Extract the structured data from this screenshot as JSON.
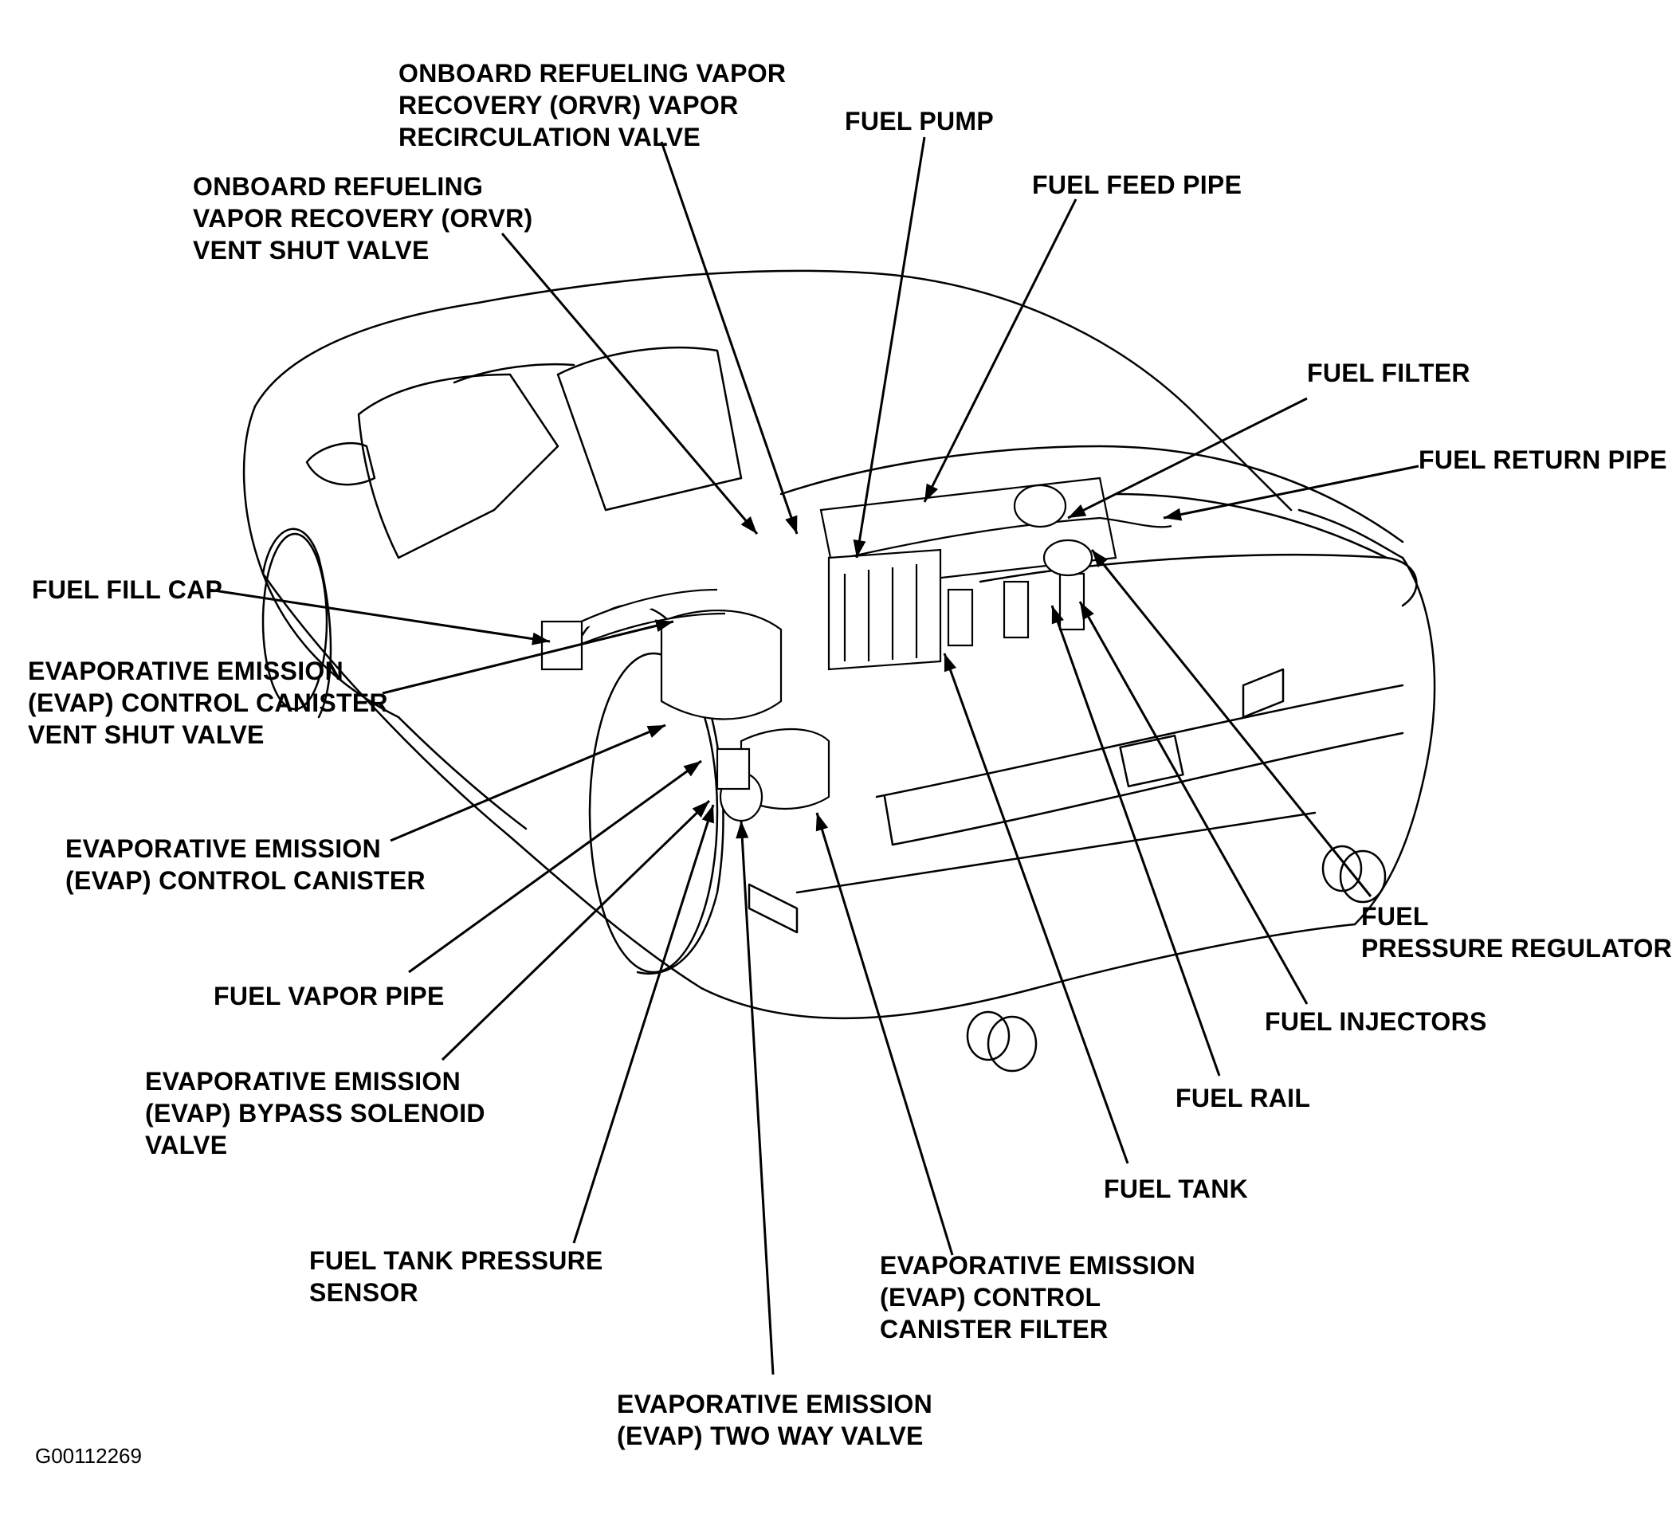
{
  "diagram": {
    "figure_code": "G00112269",
    "labels": {
      "orvr_vapor_recirc": [
        "ONBOARD REFUELING VAPOR",
        "RECOVERY (ORVR) VAPOR",
        "RECIRCULATION VALVE"
      ],
      "orvr_vent_shut": [
        "ONBOARD REFUELING",
        "VAPOR RECOVERY (ORVR)",
        "VENT SHUT VALVE"
      ],
      "fuel_pump": [
        "FUEL PUMP"
      ],
      "fuel_feed_pipe": [
        "FUEL FEED PIPE"
      ],
      "fuel_filter": [
        "FUEL FILTER"
      ],
      "fuel_return_pipe": [
        "FUEL RETURN PIPE"
      ],
      "fuel_fill_cap": [
        "FUEL FILL CAP"
      ],
      "evap_vent_shut": [
        "EVAPORATIVE EMISSION",
        "(EVAP) CONTROL CANISTER",
        "VENT SHUT VALVE"
      ],
      "evap_canister": [
        "EVAPORATIVE EMISSION",
        "(EVAP) CONTROL CANISTER"
      ],
      "fuel_vapor_pipe": [
        "FUEL VAPOR PIPE"
      ],
      "evap_bypass": [
        "EVAPORATIVE EMISSION",
        "(EVAP) BYPASS SOLENOID",
        "VALVE"
      ],
      "fuel_tank_pressure": [
        "FUEL TANK PRESSURE",
        "SENSOR"
      ],
      "evap_two_way": [
        "EVAPORATIVE EMISSION",
        "(EVAP) TWO WAY VALVE"
      ],
      "evap_canister_filter": [
        "EVAPORATIVE EMISSION",
        "(EVAP) CONTROL",
        "CANISTER FILTER"
      ],
      "fuel_tank": [
        "FUEL TANK"
      ],
      "fuel_rail": [
        "FUEL RAIL"
      ],
      "fuel_injectors": [
        "FUEL INJECTORS"
      ],
      "fuel_pressure_regulator": [
        "FUEL",
        "PRESSURE REGULATOR"
      ]
    }
  }
}
